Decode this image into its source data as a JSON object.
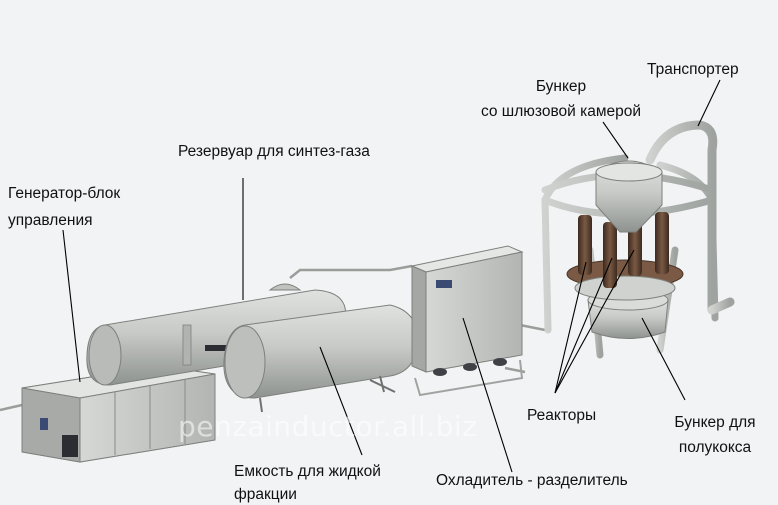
{
  "labels": {
    "generator": [
      "Генератор-блок",
      "управления"
    ],
    "reservoir": "Резервуар для синтез-газа",
    "liquid_tank": [
      "Емкость для жидкой",
      "фракции"
    ],
    "cooler": "Охладитель - разделитель",
    "reactors": "Реакторы",
    "semicoke_bunker": [
      "Бункер для",
      "полукокса"
    ],
    "lock_bunker": [
      "Бункер",
      "со шлюзовой камерой"
    ],
    "conveyor": "Транспортер"
  },
  "watermark": "penzainductor.all.biz",
  "colors": {
    "equipment": "#c9ccc8",
    "equipment_shadow": "#8e928e",
    "reactor": "#5a3f2e",
    "leader_line": "#000000",
    "label_text": "#111111"
  }
}
